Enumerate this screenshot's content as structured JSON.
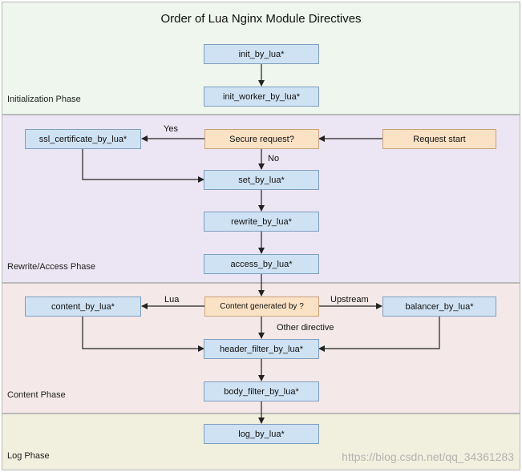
{
  "title": "Order of Lua Nginx Module Directives",
  "phases": {
    "init": {
      "label": "Initialization Phase",
      "color": "#eef6ee"
    },
    "rewrite": {
      "label": "Rewrite/Access Phase",
      "color": "#ece6f4"
    },
    "content": {
      "label": "Content Phase",
      "color": "#f4e8e8"
    },
    "log": {
      "label": "Log Phase",
      "color": "#f1efde"
    }
  },
  "nodes": {
    "init_by_lua": "init_by_lua*",
    "init_worker_by_lua": "init_worker_by_lua*",
    "ssl_certificate_by_lua": "ssl_certificate_by_lua*",
    "secure_request": "Secure request?",
    "request_start": "Request start",
    "set_by_lua": "set_by_lua*",
    "rewrite_by_lua": "rewrite_by_lua*",
    "access_by_lua": "access_by_lua*",
    "content_by_lua": "content_by_lua*",
    "content_generated_by": "Content generated by ?",
    "balancer_by_lua": "balancer_by_lua*",
    "header_filter_by_lua": "header_filter_by_lua*",
    "body_filter_by_lua": "body_filter_by_lua*",
    "log_by_lua": "log_by_lua*"
  },
  "edge_labels": {
    "yes": "Yes",
    "no": "No",
    "lua": "Lua",
    "upstream": "Upstream",
    "other_directive": "Other directive"
  },
  "watermark": "https://blog.csdn.net/qq_34361283",
  "colors": {
    "node_blue": "#cfe2f3",
    "node_orange": "#fbe2c4",
    "arrow": "#222222"
  }
}
